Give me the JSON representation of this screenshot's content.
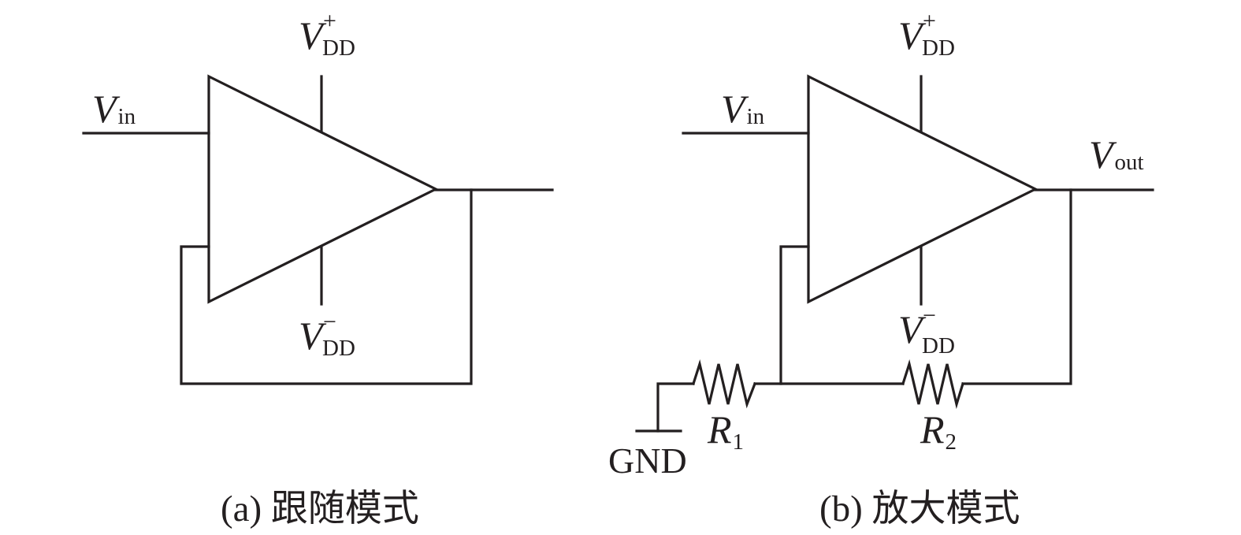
{
  "figure": {
    "panels": [
      {
        "id": "a",
        "caption": "(a) 跟随模式",
        "labels": {
          "vin_main": "V",
          "vin_sub": "in",
          "vdd_pos_main": "V",
          "vdd_pos_sup": "+",
          "vdd_pos_sub": "DD",
          "vdd_neg_main": "V",
          "vdd_neg_sup": "−",
          "vdd_neg_sub": "DD"
        }
      },
      {
        "id": "b",
        "caption": "(b) 放大模式",
        "labels": {
          "vin_main": "V",
          "vin_sub": "in",
          "vdd_pos_main": "V",
          "vdd_pos_sup": "+",
          "vdd_pos_sub": "DD",
          "vdd_neg_main": "V",
          "vdd_neg_sup": "−",
          "vdd_neg_sub": "DD",
          "vout_main": "V",
          "vout_sub": "out",
          "r1_main": "R",
          "r1_sub": "1",
          "r2_main": "R",
          "r2_sub": "2",
          "gnd": "GND"
        }
      }
    ],
    "colors": {
      "ink": "#231f20",
      "background": "#ffffff"
    }
  }
}
